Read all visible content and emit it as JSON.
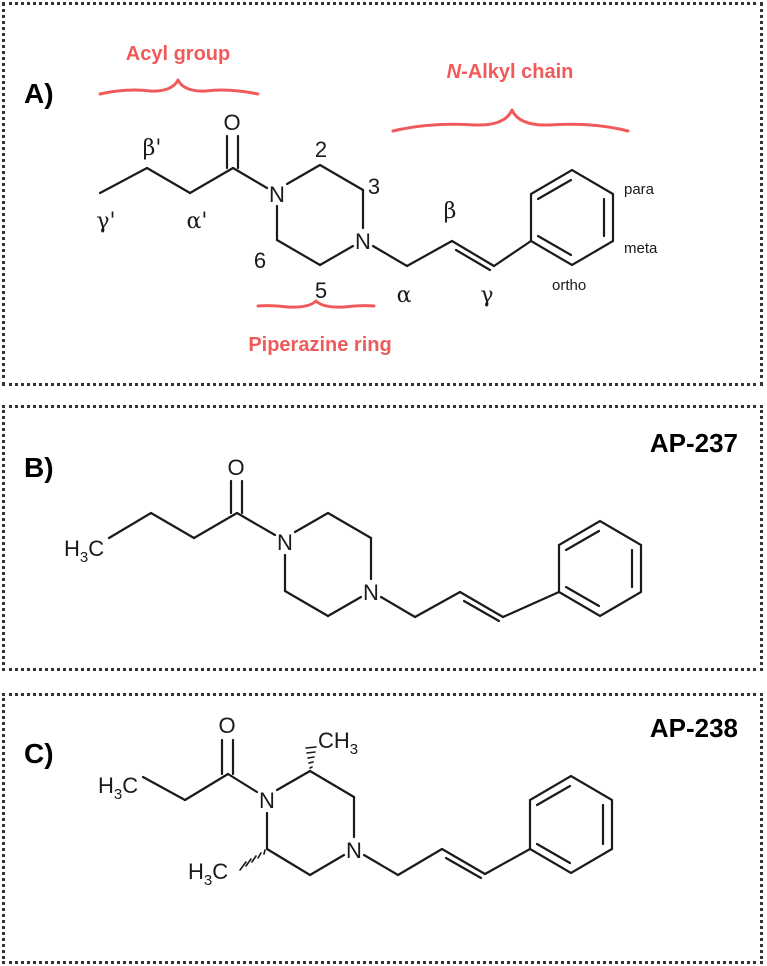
{
  "panels": {
    "a": {
      "label": "A)",
      "annotations": {
        "acyl": "Acyl group",
        "n_alkyl_italic": "N",
        "n_alkyl_rest": "-Alkyl chain",
        "piperazine": "Piperazine ring"
      },
      "atoms": {
        "o": "O",
        "n1": "N",
        "n4": "N"
      },
      "positions": {
        "gamma_prime": "γ'",
        "beta_prime": "β'",
        "alpha_prime": "α'",
        "p2": "2",
        "p3": "3",
        "p5": "5",
        "p6": "6",
        "alpha": "α",
        "beta": "β",
        "gamma": "γ",
        "para": "para",
        "meta": "meta",
        "ortho": "ortho"
      }
    },
    "b": {
      "label": "B)",
      "compound": "AP-237",
      "atoms": {
        "o": "O",
        "n1": "N",
        "n4": "N",
        "h3c_h": "H",
        "h3c_sub": "3",
        "h3c_c": "C"
      }
    },
    "c": {
      "label": "C)",
      "compound": "AP-238",
      "atoms": {
        "o": "O",
        "n1": "N",
        "n4": "N",
        "h3c_h": "H",
        "h3c_sub": "3",
        "h3c_c": "C",
        "ch3_c": "CH",
        "ch3_sub": "3",
        "h3c2_h": "H",
        "h3c2_sub": "3",
        "h3c2_c": "C"
      }
    }
  },
  "colors": {
    "annotation": "#f05a5a",
    "ink": "#1a1a1a",
    "frame": "#333333"
  }
}
